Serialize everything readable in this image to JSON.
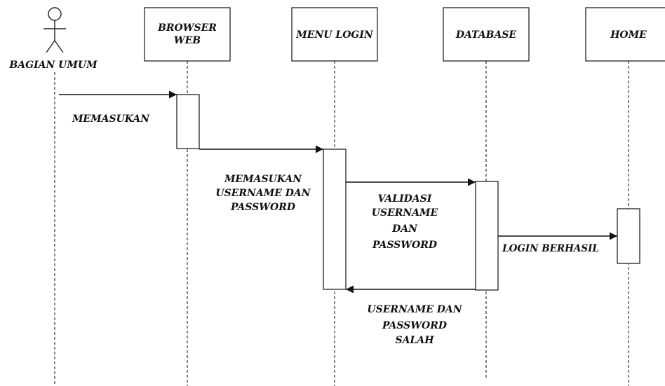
{
  "actor": {
    "name": "BAGIAN UMUM"
  },
  "participants": [
    {
      "lines": [
        "BROWSER",
        "WEB"
      ]
    },
    {
      "lines": [
        "MENU LOGIN"
      ]
    },
    {
      "lines": [
        "DATABASE"
      ]
    },
    {
      "lines": [
        "HOME"
      ]
    }
  ],
  "messages": [
    {
      "lines": [
        "MEMASUKAN"
      ]
    },
    {
      "lines": [
        "MEMASUKAN",
        "USERNAME DAN",
        "PASSWORD"
      ]
    },
    {
      "lines": [
        "VALIDASI",
        "USERNAME",
        "DAN",
        "PASSWORD"
      ]
    },
    {
      "lines": [
        "LOGIN BERHASIL"
      ]
    },
    {
      "lines": [
        "USERNAME DAN",
        "PASSWORD",
        "SALAH"
      ]
    }
  ]
}
